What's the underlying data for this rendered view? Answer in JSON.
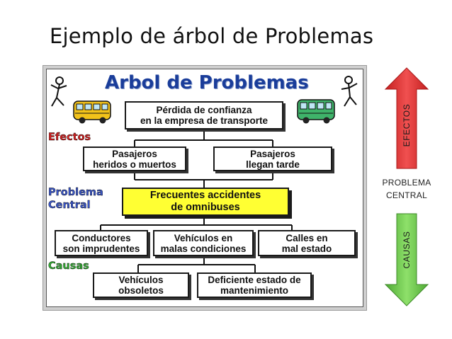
{
  "slide_title": "Ejemplo de árbol de Problemas",
  "panel_title": "Arbol de Problemas",
  "tree": {
    "top_effect": [
      "Pérdida de confianza",
      "en la empresa de transporte"
    ],
    "effects": [
      [
        "Pasajeros",
        "heridos o muertos"
      ],
      [
        "Pasajeros",
        "llegan tarde"
      ]
    ],
    "central_problem": [
      "Frecuentes accidentes",
      "de omnibuses"
    ],
    "causes": [
      [
        "Conductores",
        "son imprudentes"
      ],
      [
        "Vehículos en",
        "malas condiciones"
      ],
      [
        "Calles en",
        "mal estado"
      ]
    ],
    "sub_causes": [
      [
        "Vehículos",
        "obsoletos"
      ],
      [
        "Deficiente estado de",
        "mantenimiento"
      ]
    ]
  },
  "row_labels": {
    "efectos": "Efectos",
    "problema_line1": "Problema",
    "problema_line2": "Central",
    "causas": "Causas"
  },
  "side": {
    "efectos": "EFECTOS",
    "problema_line1": "PROBLEMA",
    "problema_line2": "CENTRAL",
    "causas": "CAUSAS"
  },
  "colors": {
    "title_blue": "#1a3d9a",
    "central_fill": "#ffff33",
    "efectos_red": "#d42020",
    "problema_blue": "#3a56c8",
    "causas_green": "#33aa33",
    "arrow_up_red": "#e83838",
    "arrow_down_green": "#6ec84a",
    "bus_yellow": "#f2c21a",
    "bus_green": "#3fb36a"
  },
  "icons": [
    "stick-figure-icon",
    "bus-icon"
  ]
}
